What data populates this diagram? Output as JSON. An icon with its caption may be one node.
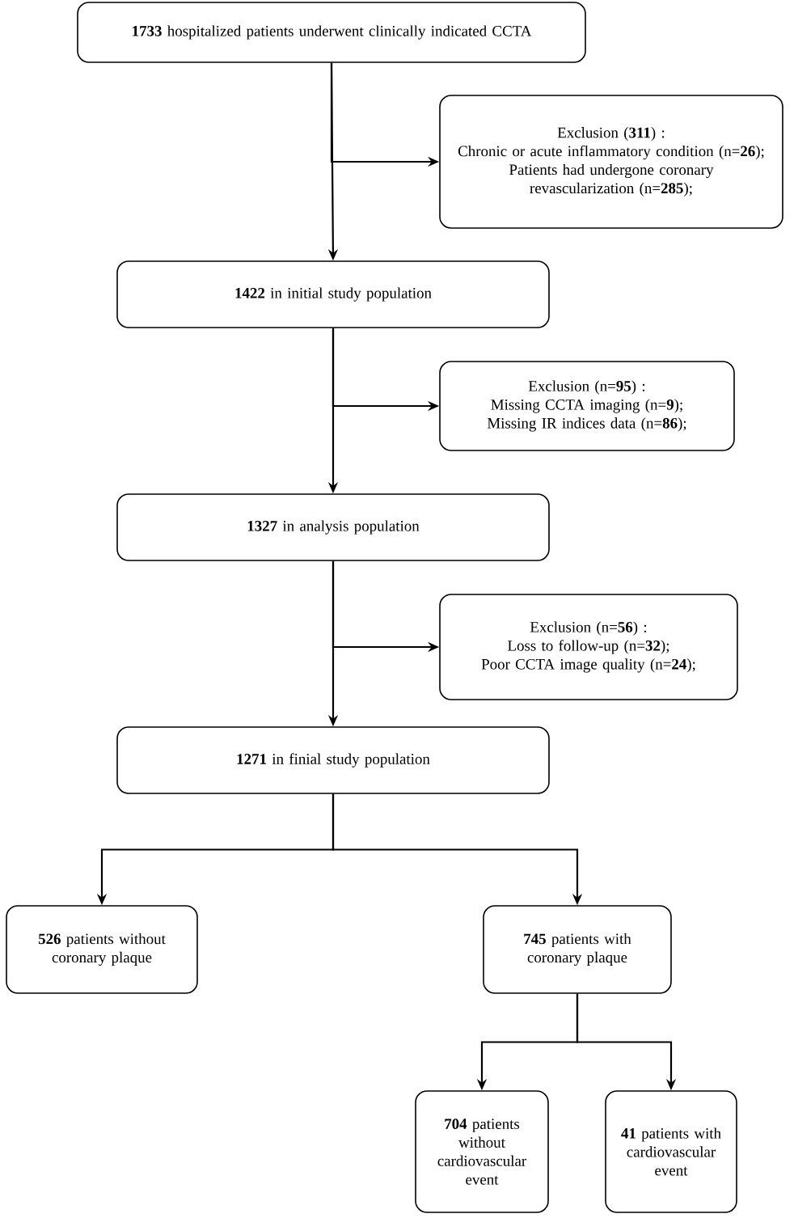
{
  "diagram": {
    "nodes": [
      {
        "text": [
          "**1733** hospitalized patients underwent clinically indicated CCTA"
        ]
      },
      {
        "text": [
          "Exclusion (**311**) :",
          "Chronic or acute inflammatory condition (n=**26**);",
          "Patients had undergone coronary revascularization (n=**285**);"
        ]
      },
      {
        "text": [
          "**1422** in initial study population"
        ]
      },
      {
        "text": [
          "Exclusion (n=**95**) :",
          "Missing CCTA imaging (n=**9**);",
          "Missing IR indices data (n=**86**);"
        ]
      },
      {
        "text": [
          "**1327** in analysis population"
        ]
      },
      {
        "text": [
          "Exclusion (n=**56**) :",
          "Loss to follow-up (n=**32**);",
          "Poor CCTA image quality (n=**24**);"
        ]
      },
      {
        "text": [
          "**1271** in finial study population"
        ]
      },
      {
        "text": [
          "**526** patients without coronary plaque"
        ]
      },
      {
        "text": [
          "**745** patients with coronary plaque"
        ]
      },
      {
        "text": [
          "**704** patients without cardiovascular event"
        ]
      },
      {
        "text": [
          "**41** patients with cardiovascular event"
        ]
      }
    ],
    "edges": [
      {
        "from": 0,
        "to": 2,
        "arrow": "to"
      },
      {
        "from": 0,
        "to": 1,
        "arrow": "to"
      },
      {
        "from": 2,
        "to": 4,
        "arrow": "to"
      },
      {
        "from": 2,
        "to": 3,
        "arrow": "to"
      },
      {
        "from": 4,
        "to": 6,
        "arrow": "to"
      },
      {
        "from": 4,
        "to": 5,
        "arrow": "to"
      },
      {
        "from": 6,
        "to": 7,
        "arrow": "to"
      },
      {
        "from": 6,
        "to": 8,
        "arrow": "to"
      },
      {
        "from": 8,
        "to": 9,
        "arrow": "to"
      },
      {
        "from": 8,
        "to": 10,
        "arrow": "to"
      }
    ]
  }
}
